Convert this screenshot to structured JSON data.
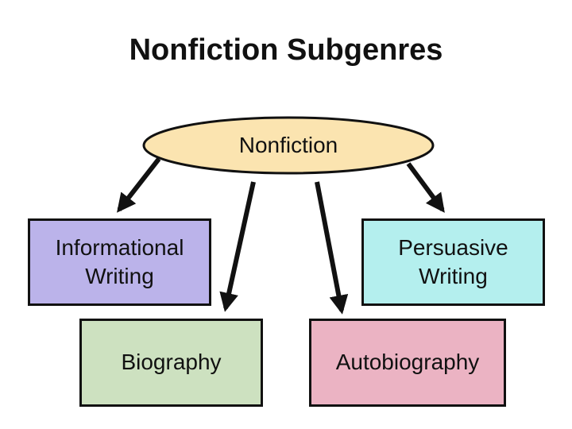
{
  "title": "Nonfiction Subgenres",
  "root": {
    "label": "Nonfiction",
    "color": "#fbe4b0"
  },
  "nodes": [
    {
      "id": "informational",
      "label": "Informational Writing",
      "lines": [
        "Informational",
        "Writing"
      ],
      "color": "#bbb3ea"
    },
    {
      "id": "persuasive",
      "label": "Persuasive Writing",
      "lines": [
        "Persuasive",
        "Writing"
      ],
      "color": "#b4efee"
    },
    {
      "id": "biography",
      "label": "Biography",
      "lines": [
        "Biography"
      ],
      "color": "#cde1c0"
    },
    {
      "id": "autobiography",
      "label": "Autobiography",
      "lines": [
        "Autobiography"
      ],
      "color": "#ebb3c3"
    }
  ],
  "edges": [
    {
      "from": "root",
      "to": "informational"
    },
    {
      "from": "root",
      "to": "biography"
    },
    {
      "from": "root",
      "to": "autobiography"
    },
    {
      "from": "root",
      "to": "persuasive"
    }
  ]
}
